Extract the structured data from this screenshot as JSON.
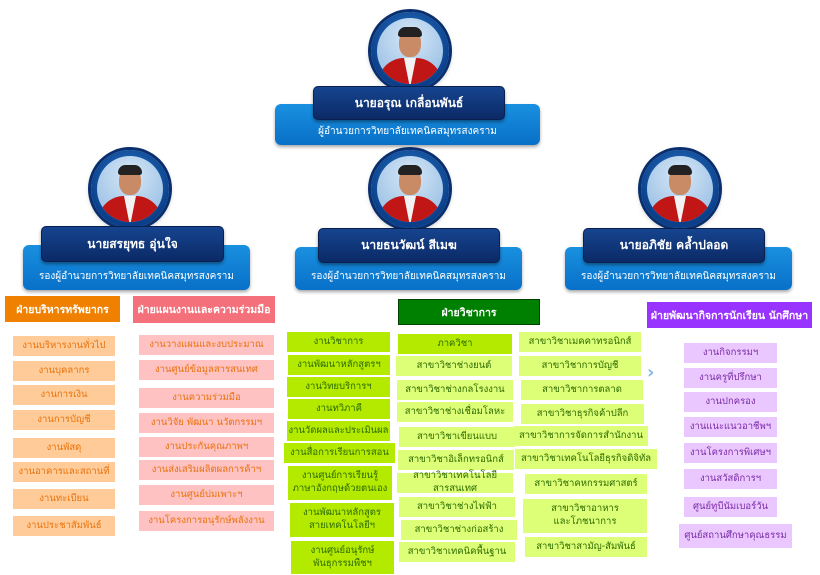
{
  "director": {
    "name": "นายอรุณ เกลื่อนพันธ์",
    "title": "ผู้อำนวยการวิทยาลัยเทคนิคสมุทรสงคราม"
  },
  "deputies": [
    {
      "name": "นายสรยุทธ  อุ่นใจ",
      "title": "รองผู้อำนวยการวิทยาลัยเทคนิคสมุทรสงคราม"
    },
    {
      "name": "นายธนวัฒน์  สีเมฆ",
      "title": "รองผู้อำนวยการวิทยาลัยเทคนิคสมุทรสงคราม"
    },
    {
      "name": "นายอภิชัย  คล้ำปลอด",
      "title": "รองผู้อำนวยการวิทยาลัยเทคนิคสมุทรสงคราม"
    }
  ],
  "departments": {
    "resources": {
      "label": "ฝ่ายบริหารทรัพยากร",
      "color": "#f08000",
      "items": [
        "งานบริหารงานทั่วไป",
        "งานบุคลากร",
        "งานการเงิน",
        "งานการบัญชี",
        "งานพัสดุ",
        "งานอาคารและสถานที่",
        "งานทะเบียน",
        "งานประชาสัมพันธ์"
      ]
    },
    "planning": {
      "label": "ฝ่ายแผนงานและความร่วมมือ",
      "color": "#f4707a",
      "items": [
        "งานวางแผนและงบประมาณ",
        "งานศูนย์ข้อมูลสารสนเทศ",
        "งานความร่วมมือ",
        "งานวิจัย พัฒนา นวัตกรรมฯ",
        "งานประกันคุณภาพฯ",
        "งานส่งเสริมผลิตผลการค้าฯ",
        "งานศูนย์บ่มเพาะฯ",
        "งานโครงการอนุรักษ์พลังงาน"
      ]
    },
    "academic": {
      "label": "ฝ่ายวิชาการ",
      "color": "#008000",
      "units": [
        "งานวิชาการ",
        "งานพัฒนาหลักสูตรฯ",
        "งานวิทยบริการฯ",
        "งานทวิภาคี",
        "งานวัดผลและประเมินผล",
        "งานสื่อการเรียนการสอน",
        "งานศูนย์การเรียนรู้\nภาษาอังกฤษด้วยตนเอง",
        "งานพัฒนาหลักสูตร\nสายเทคโนโลยีฯ",
        "งานศูนย์อนุรักษ์\nพันธุกรรมพืชฯ"
      ],
      "dept_heading": "ภาควิชา",
      "majors_a": [
        "สาขาวิชาช่างยนต์",
        "สาขาวิชาช่างกลโรงงาน",
        "สาขาวิชาช่างเชื่อมโลหะ",
        "สาขาวิชาเขียนแบบ",
        "สาขาวิชาอิเล็กทรอนิกส์",
        "สาขาวิชาเทคโนโลยีสารสนเทศ",
        "สาขาวิชาช่างไฟฟ้า",
        "สาขาวิชาช่างก่อสร้าง",
        "สาขาวิชาเทคนิคพื้นฐาน"
      ],
      "majors_b": [
        "สาขาวิชาเมคคาทรอนิกส์",
        "สาขาวิชาการบัญชี",
        "สาขาวิชาการตลาด",
        "สาขาวิชาธุรกิจค้าปลีก",
        "สาขาวิชาการจัดการสำนักงาน",
        "สาขาวิชาเทคโนโลยีธุรกิจดิจิทัล",
        "สาขาวิชาคหกรรมศาสตร์",
        "สาขาวิชาอาหาร\nและโภชนาการ",
        "สาขาวิชาสามัญ-สัมพันธ์"
      ]
    },
    "student": {
      "label": "ฝ่ายพัฒนากิจการนักเรียน นักศึกษา",
      "color": "#9933ff",
      "items": [
        "งานกิจกรรมฯ",
        "งานครูที่ปรึกษา",
        "งานปกครอง",
        "งานแนะแนวอาชีพฯ",
        "งานโครงการพิเศษฯ",
        "งานสวัสดิการฯ",
        "ศูนย์ทูบีนัมเบอร์วัน",
        "ศูนย์สถานศึกษาคุณธรรม"
      ]
    }
  }
}
